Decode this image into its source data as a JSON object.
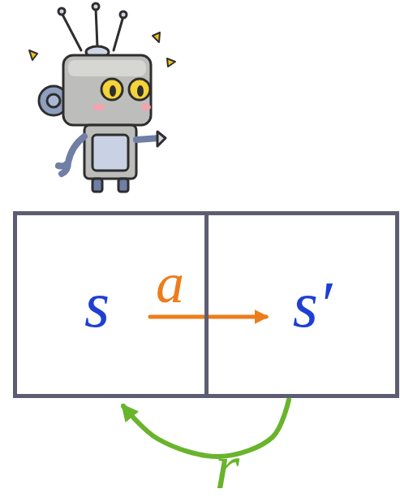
{
  "diagram": {
    "nodes": [
      {
        "text": [
          "s"
        ]
      },
      {
        "text": [
          "s′"
        ]
      }
    ],
    "edges": [
      {
        "from": 0,
        "to": 1,
        "arrow": "to",
        "label": "a"
      },
      {
        "from": 1,
        "to": 0,
        "arrow": "to",
        "label": "r"
      }
    ]
  }
}
